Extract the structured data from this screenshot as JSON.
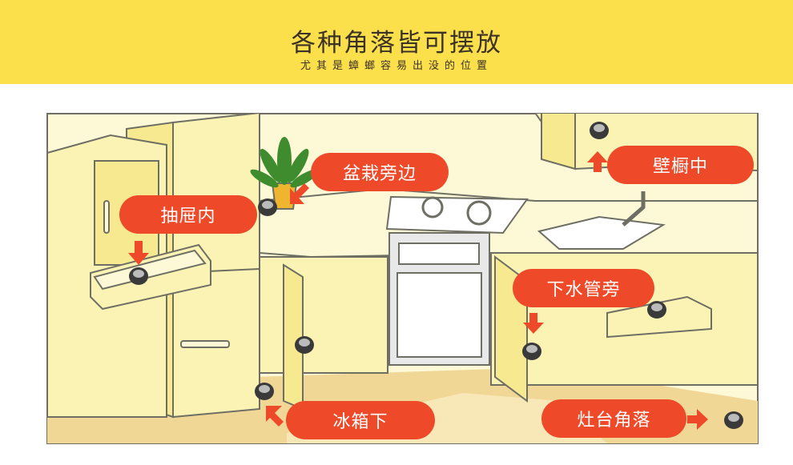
{
  "header": {
    "title": "各种角落皆可摆放",
    "subtitle": "尤其是蟑螂容易出没的位置"
  },
  "colors": {
    "banner": "#FCE04B",
    "label": "#EE4A2A",
    "cabinet": "#FBF3B4",
    "wall": "#FDF9D6",
    "floor": "#F1D795",
    "outline": "#6E6E64"
  },
  "labels": {
    "drawer": "抽屉内",
    "plant": "盆栽旁边",
    "cupboard": "壁橱中",
    "pipe": "下水管旁",
    "fridge": "冰箱下",
    "stove_corner": "灶台角落"
  }
}
